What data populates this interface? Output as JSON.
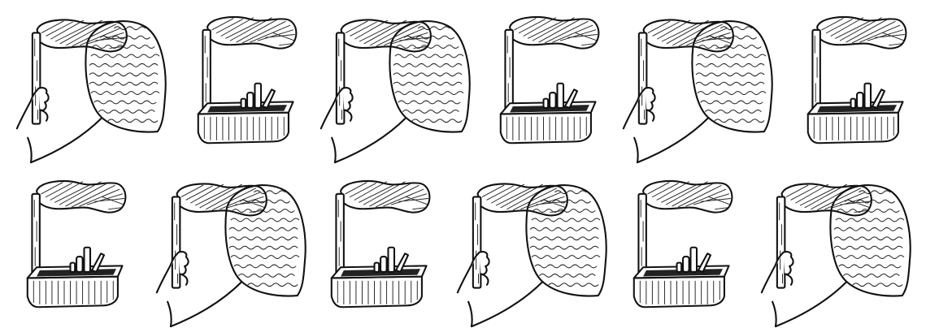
{
  "illustration": {
    "colors": {
      "ink": "#111111",
      "paper": "#ffffff"
    },
    "motif_kinds": [
      "hand-holding-flag-with-wavy-hair",
      "flag-in-planter-box"
    ],
    "rows": [
      [
        "hand-holding-flag-with-wavy-hair",
        "flag-in-planter-box",
        "hand-holding-flag-with-wavy-hair",
        "flag-in-planter-box",
        "hand-holding-flag-with-wavy-hair",
        "flag-in-planter-box"
      ],
      [
        "flag-in-planter-box",
        "hand-holding-flag-with-wavy-hair",
        "flag-in-planter-box",
        "hand-holding-flag-with-wavy-hair",
        "flag-in-planter-box",
        "hand-holding-flag-with-wavy-hair"
      ]
    ]
  }
}
